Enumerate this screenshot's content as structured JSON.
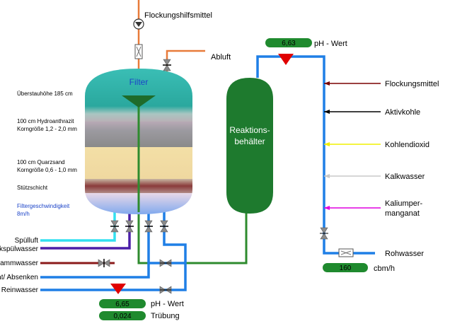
{
  "filter": {
    "title": "Filter",
    "layers": {
      "water": "Überstauhöhe 185 cm",
      "anthracite_1": "100 cm Hydroanthrazit",
      "anthracite_2": "Korngröße 1,2 - 2,0 mm",
      "sand_1": "100 cm Quarzsand",
      "sand_2": "Korngröße 0,6 - 1,0 mm",
      "support": "Stützschicht"
    },
    "speed_1": "Filtergeschwindigkeit",
    "speed_2": "8m/h"
  },
  "top_inputs": {
    "flocculation_aid": "Flockungshilfsmittel",
    "exhaust": "Abluft"
  },
  "left_lines": {
    "purge_air": "Spülluft",
    "backwash_water": "Rückspülwasser",
    "sludge_water": "Schlammwasser",
    "first_filtrate": "Erstfiltrat/ Absenken",
    "clean_water": "Reinwasser"
  },
  "reactor": {
    "line1": "Reaktions-",
    "line2": "behälter"
  },
  "ph_top": {
    "value": "6,63",
    "label": "pH - Wert"
  },
  "ph_bottom": {
    "value": "6,65",
    "label": "pH - Wert"
  },
  "turbidity": {
    "value": "0,024",
    "label": "Trübung"
  },
  "flow": {
    "value": "160",
    "unit": "cbm/h"
  },
  "dosing": {
    "flocculant": "Flockungsmittel",
    "activated_carbon": "Aktivkohle",
    "carbon_dioxide": "Kohlendioxid",
    "lime_water": "Kalkwasser",
    "permanganate_1": "Kaliumper-",
    "permanganate_2": "manganat"
  },
  "raw_water": "Rohwasser",
  "colors": {
    "water_blue": "#1f7fe6",
    "tank_green": "#1e7a2e",
    "pipe_green": "#2e8b2e",
    "air_cyan": "#33e0f0",
    "backwash_purple": "#4b1fa8",
    "sludge_brown": "#8b1a1a",
    "flocc_red": "#d62a2a",
    "ph_triangle": "#e00000",
    "flocculant_line": "#7a0000",
    "carbon_line": "#000000",
    "co2_line": "#f0f000",
    "lime_line": "#c8c8c8",
    "permanganate_line": "#e000e0",
    "exhaust_line": "#e87b3a"
  }
}
